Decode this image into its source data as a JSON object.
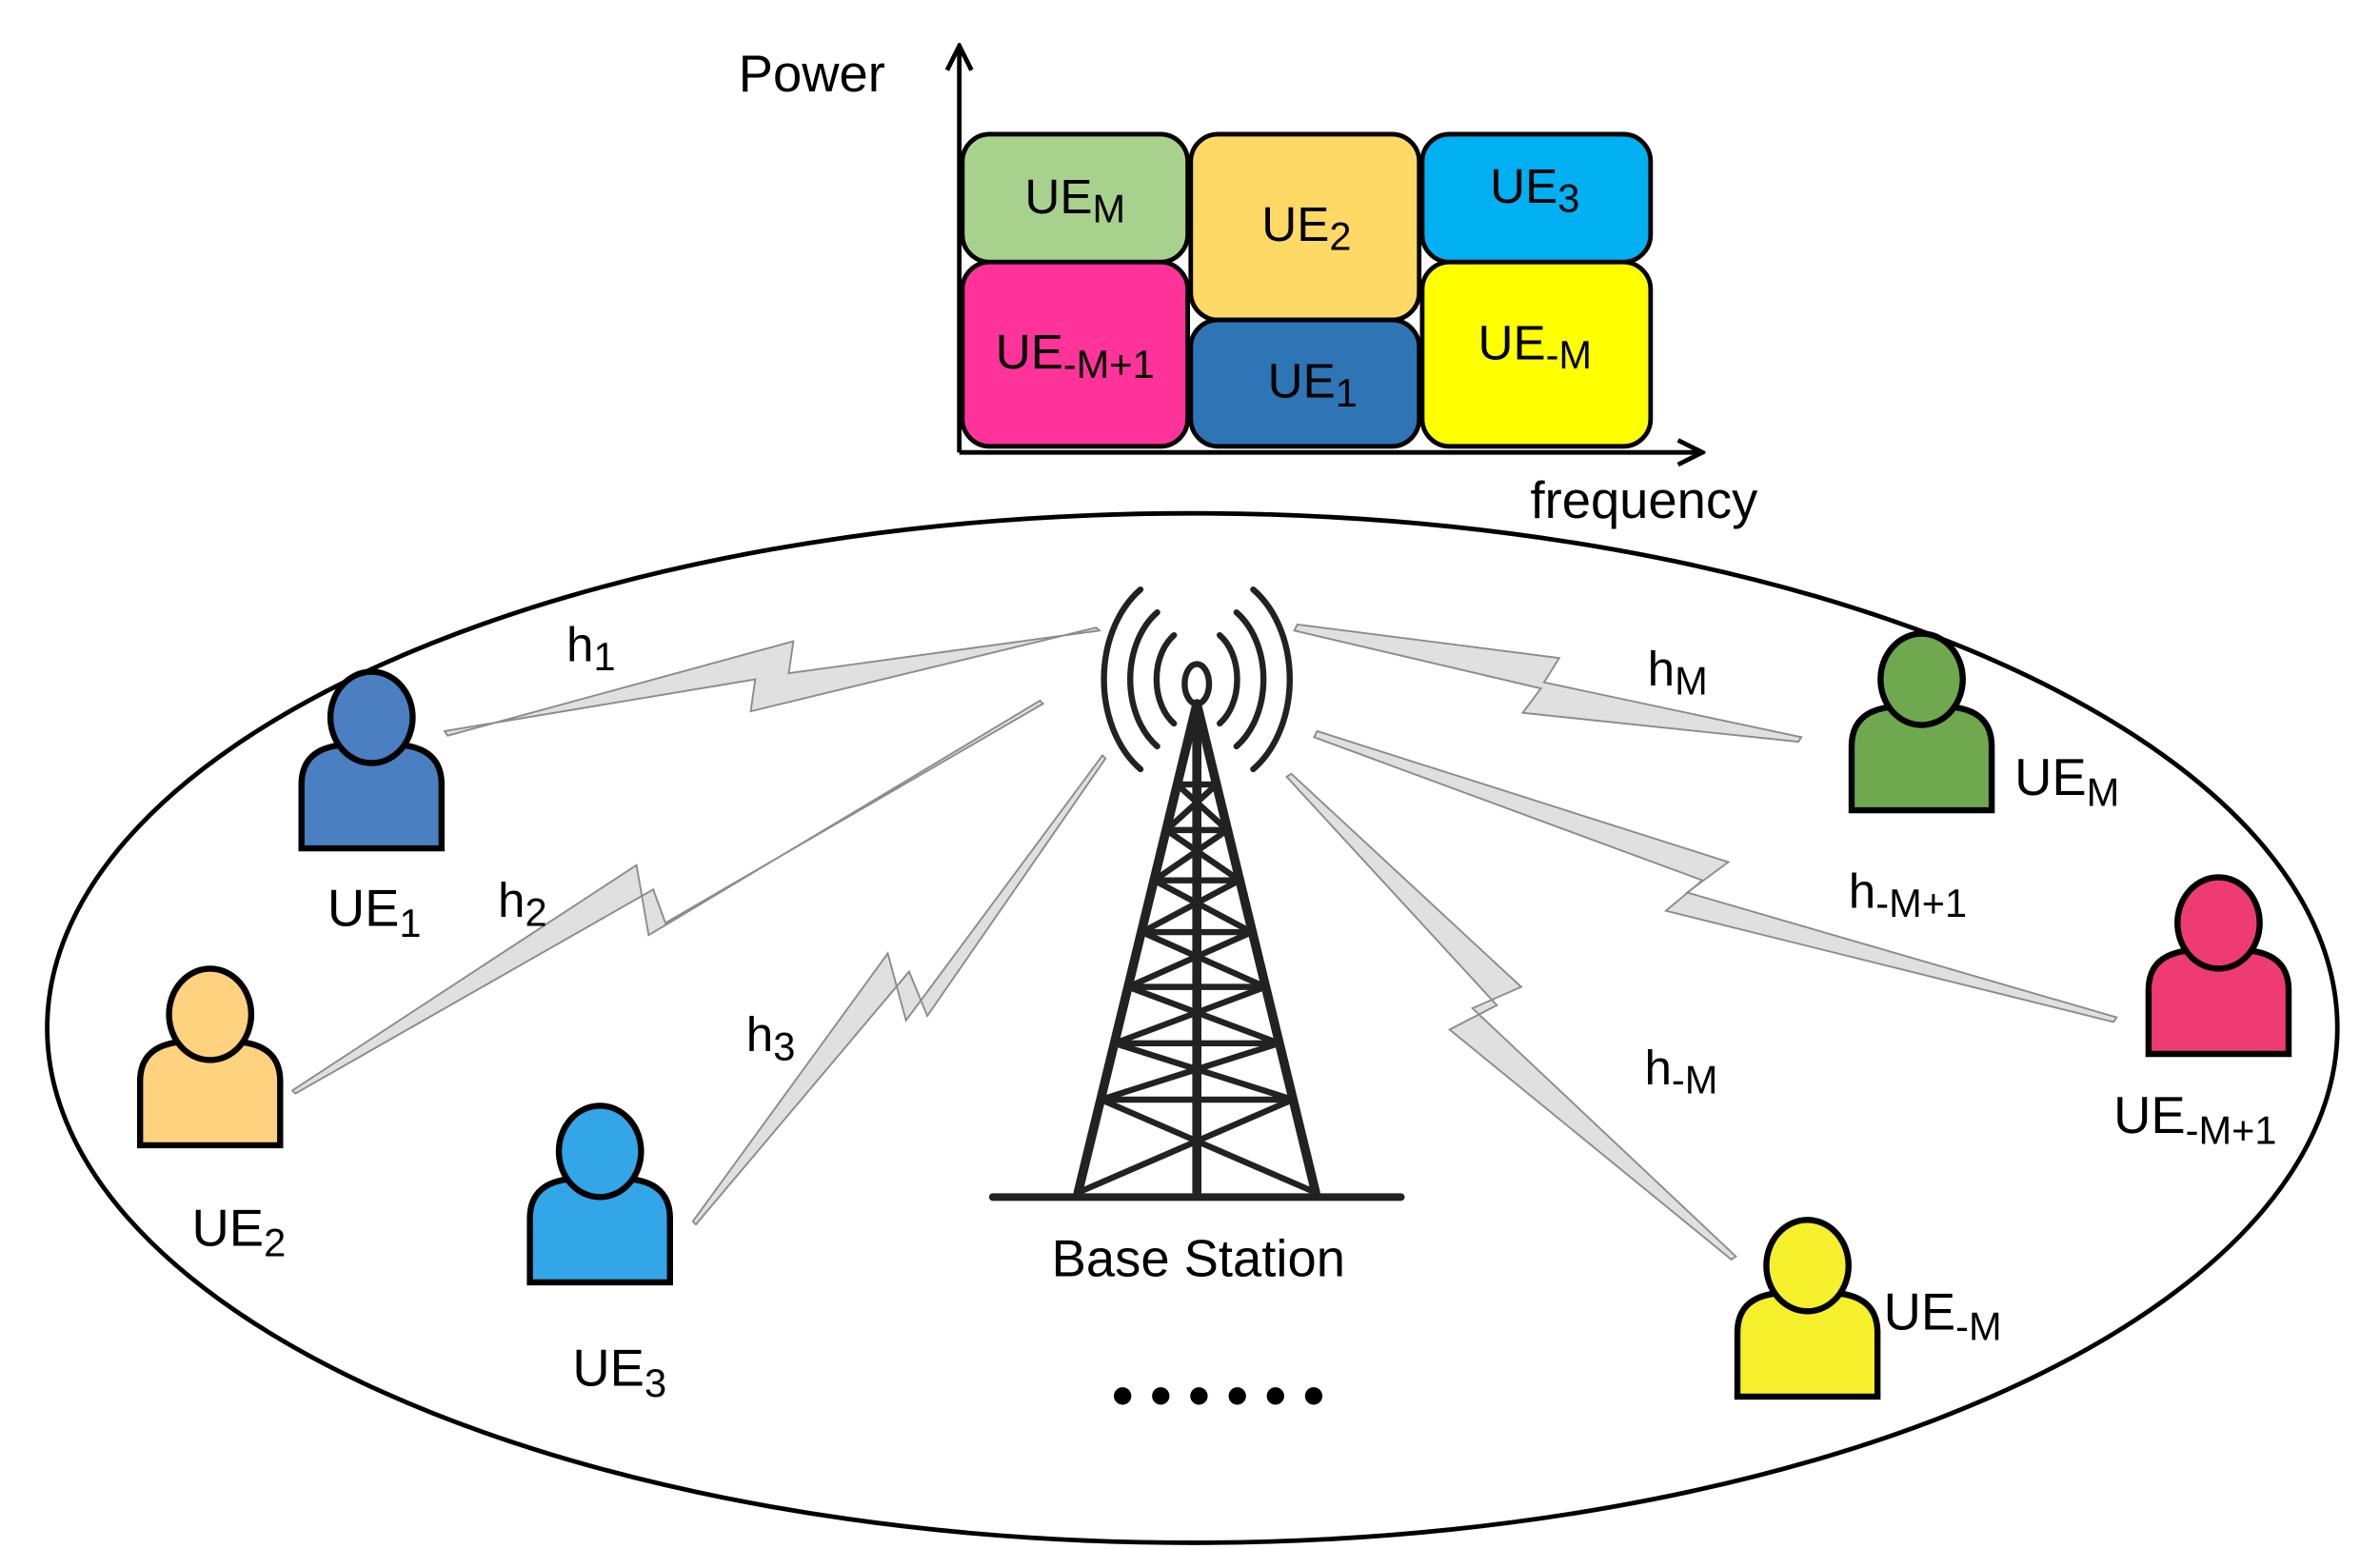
{
  "chart": {
    "y_axis_label": "Power",
    "x_axis_label": "frequency",
    "blocks": [
      {
        "id": "ue-m",
        "base": "UE",
        "sub": "M",
        "color": "#a9d18e"
      },
      {
        "id": "ue-minus-m-plus-1",
        "base": "UE",
        "sub": "-M+1",
        "color": "#ff3399"
      },
      {
        "id": "ue-2",
        "base": "UE",
        "sub": "2",
        "color": "#ffd966"
      },
      {
        "id": "ue-1",
        "base": "UE",
        "sub": "1",
        "color": "#2e75b6"
      },
      {
        "id": "ue-3",
        "base": "UE",
        "sub": "3",
        "color": "#00b0f0"
      },
      {
        "id": "ue-minus-m",
        "base": "UE",
        "sub": "-M",
        "color": "#ffff00"
      }
    ]
  },
  "base_station_label": "Base Station",
  "ellipsis": "• • • • • •",
  "users": [
    {
      "id": "ue-1",
      "base": "UE",
      "sub": "1",
      "color": "#4a7fc1"
    },
    {
      "id": "ue-2",
      "base": "UE",
      "sub": "2",
      "color": "#ffd27f"
    },
    {
      "id": "ue-3",
      "base": "UE",
      "sub": "3",
      "color": "#33a6e8"
    },
    {
      "id": "ue-m",
      "base": "UE",
      "sub": "M",
      "color": "#6fa84e"
    },
    {
      "id": "ue-minus-m-plus-1",
      "base": "UE",
      "sub": "-M+1",
      "color": "#ee3b73"
    },
    {
      "id": "ue-minus-m",
      "base": "UE",
      "sub": "-M",
      "color": "#f5ef2c"
    }
  ],
  "channels": [
    {
      "id": "h-1",
      "base": "h",
      "sub": "1"
    },
    {
      "id": "h-2",
      "base": "h",
      "sub": "2"
    },
    {
      "id": "h-3",
      "base": "h",
      "sub": "3"
    },
    {
      "id": "h-m",
      "base": "h",
      "sub": "M"
    },
    {
      "id": "h-minus-m-plus-1",
      "base": "h",
      "sub": "-M+1"
    },
    {
      "id": "h-minus-m",
      "base": "h",
      "sub": "-M"
    }
  ]
}
